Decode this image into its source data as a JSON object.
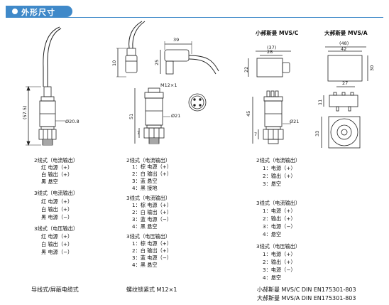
{
  "header": {
    "title": "外形尺寸"
  },
  "drawing1": {
    "dim_height": "(57.5)",
    "dim_dia": "Ø20.8",
    "caption": "导线式/屏蔽电缆式",
    "groups": [
      {
        "title": "2线式（电流输出）",
        "lines": [
          "红 电源（+）",
          "白 输出（+）",
          "黑 悬空"
        ]
      },
      {
        "title": "3线式（电流输出）",
        "lines": [
          "红 电源（+）",
          "白 输出（+）",
          "黑 电源（−）"
        ]
      },
      {
        "title": "3线式（电压输出）",
        "lines": [
          "红 电源（+）",
          "白 输出（+）",
          "黑 电源（−）"
        ]
      }
    ]
  },
  "drawing2": {
    "dim_10": "10",
    "dim_39": "39",
    "dim_25": "25",
    "dim_thread": "M12×1",
    "dim_51": "51",
    "dim_21": "Ø21",
    "dim_7": "7",
    "caption": "螺纹锁紧式 M12×1",
    "groups": [
      {
        "title": "2线式（电流输出）",
        "lines": [
          "1：棕 电源（+）",
          "2：白 输出（+）",
          "3：蓝 悬空",
          "4：黑 接地"
        ]
      },
      {
        "title": "3线式（电流输出）",
        "lines": [
          "1：棕 电源（+）",
          "2：白 输出（+）",
          "3：蓝 电源（−）",
          "4：黑 悬空"
        ]
      },
      {
        "title": "3线式（电压输出）",
        "lines": [
          "1：棕 电源（+）",
          "2：白 输出（+）",
          "3：蓝 电源（−）",
          "4：黑 悬空"
        ]
      }
    ]
  },
  "drawing3": {
    "label_small": "小郝斯曼 MVS/C",
    "label_large": "大郝斯曼 MVS/A",
    "dim_37": "(37)",
    "dim_28": "28",
    "dim_22": "22",
    "dim_48": "(48)",
    "dim_42": "42",
    "dim_30": "30",
    "dim_27": "27",
    "dim_11": "11",
    "dim_45": "45",
    "dim_21": "Ø21",
    "dim_7": "7",
    "dim_33": "33",
    "caption_line1": "小郝斯曼 MVS/C DIN EN175301-803",
    "caption_line2": "大郝斯曼 MVS/A DIN EN175301-803",
    "groups": [
      {
        "title": "2线式（电流输出）",
        "lines": [
          "1：电源（+）",
          "2：输出（+）",
          "3：悬空"
        ]
      },
      {
        "title": "3线式（电流输出）",
        "lines": [
          "1：电源（+）",
          "2：输出（+）",
          "3：电源（−）",
          "4：悬空"
        ]
      },
      {
        "title": "3线式（电压输出）",
        "lines": [
          "1：电源（+）",
          "2：输出（+）",
          "3：电源（−）",
          "4：悬空"
        ]
      }
    ]
  }
}
